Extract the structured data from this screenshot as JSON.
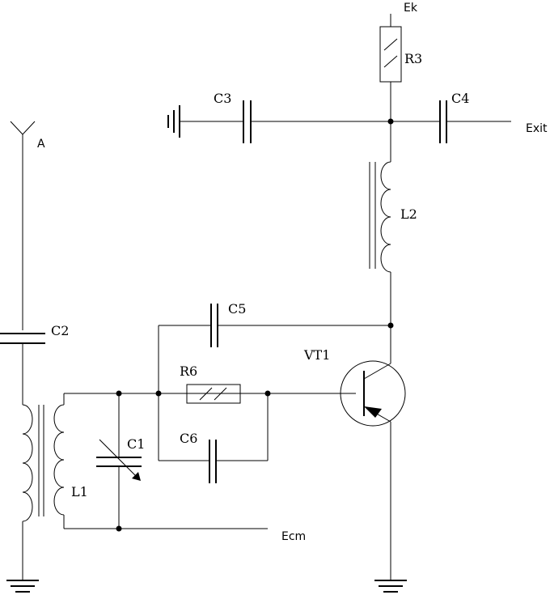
{
  "labels": {
    "antenna": "A",
    "supply": "Ek",
    "exit": "Exit",
    "bias": "Ecm",
    "C1": "C1",
    "C2": "C2",
    "C3": "C3",
    "C4": "C4",
    "C5": "C5",
    "C6": "C6",
    "R3": "R3",
    "R6": "R6",
    "L1": "L1",
    "L2": "L2",
    "VT1": "VT1"
  }
}
